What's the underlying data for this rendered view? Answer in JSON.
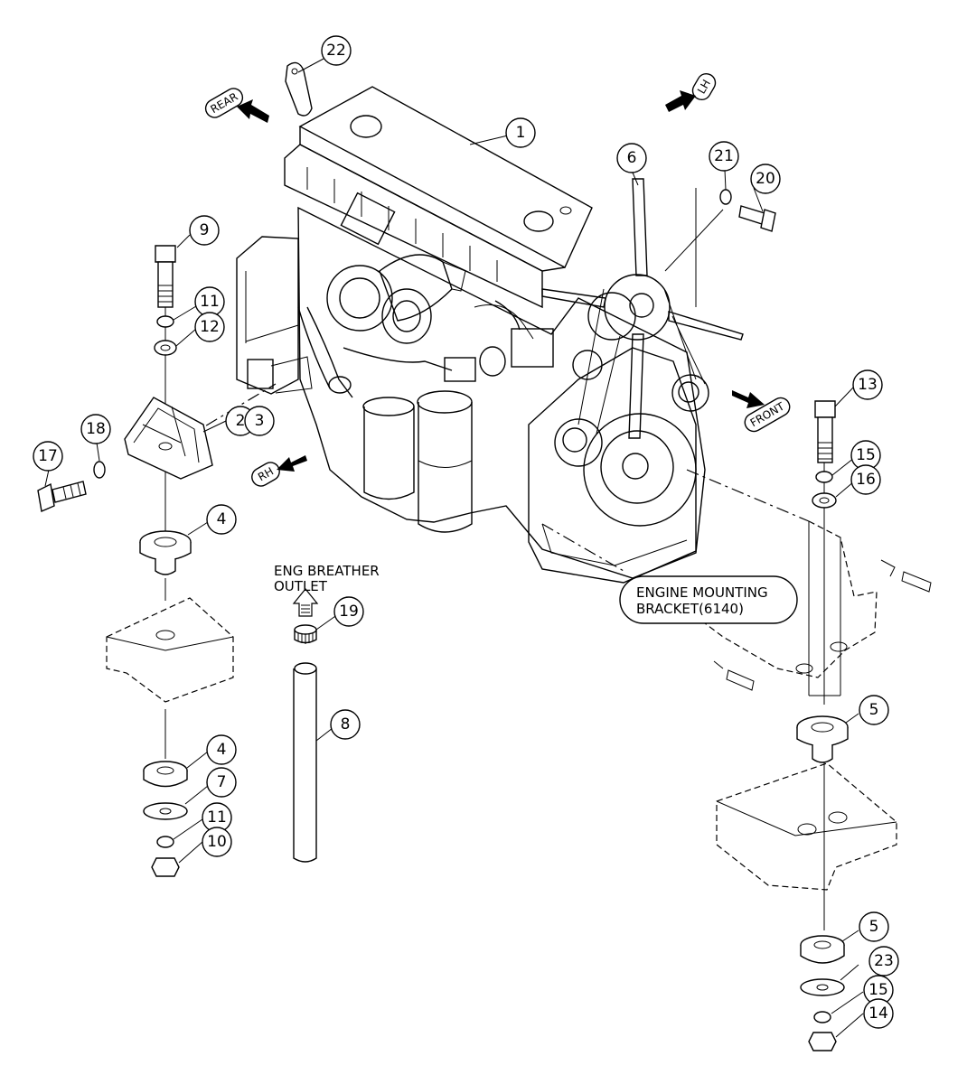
{
  "callouts": [
    {
      "id": "c22",
      "text": "22"
    },
    {
      "id": "c1",
      "text": "1"
    },
    {
      "id": "c6",
      "text": "6"
    },
    {
      "id": "c21",
      "text": "21"
    },
    {
      "id": "c20",
      "text": "20"
    },
    {
      "id": "c9",
      "text": "9"
    },
    {
      "id": "c11a",
      "text": "11"
    },
    {
      "id": "c12",
      "text": "12"
    },
    {
      "id": "c2",
      "text": "2"
    },
    {
      "id": "c3",
      "text": "3"
    },
    {
      "id": "c18",
      "text": "18"
    },
    {
      "id": "c17",
      "text": "17"
    },
    {
      "id": "c4a",
      "text": "4"
    },
    {
      "id": "c13",
      "text": "13"
    },
    {
      "id": "c15a",
      "text": "15"
    },
    {
      "id": "c16",
      "text": "16"
    },
    {
      "id": "c19",
      "text": "19"
    },
    {
      "id": "c8",
      "text": "8"
    },
    {
      "id": "c4b",
      "text": "4"
    },
    {
      "id": "c7",
      "text": "7"
    },
    {
      "id": "c11b",
      "text": "11"
    },
    {
      "id": "c10",
      "text": "10"
    },
    {
      "id": "c5a",
      "text": "5"
    },
    {
      "id": "c5b",
      "text": "5"
    },
    {
      "id": "c23",
      "text": "23"
    },
    {
      "id": "c15b",
      "text": "15"
    },
    {
      "id": "c14",
      "text": "14"
    }
  ],
  "direction_tags": {
    "rear": "REAR",
    "lh": "LH",
    "front": "FRONT",
    "rh": "RH"
  },
  "labels": {
    "breather_line1": "ENG BREATHER",
    "breather_line2": "OUTLET",
    "bracket_line1": "ENGINE MOUNTING",
    "bracket_line2": "BRACKET(6140)"
  }
}
